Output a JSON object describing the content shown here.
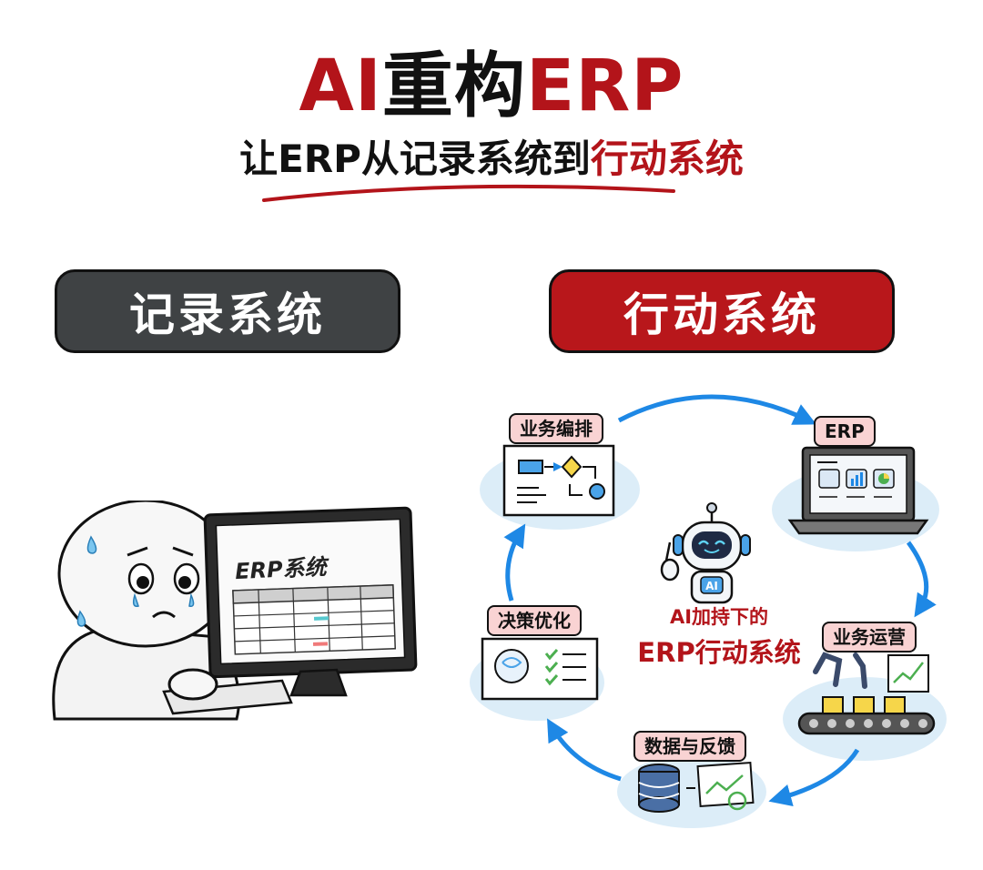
{
  "header": {
    "title_part1": "AI",
    "title_part2": "重构",
    "title_part3": "ERP",
    "subtitle_part1": "让ERP从记录系统到",
    "subtitle_part2": "行动系统"
  },
  "left_panel": {
    "label": "记录系统",
    "screen_title": "ERP系统"
  },
  "right_panel": {
    "label": "行动系统",
    "center_line1": "AI加持下的",
    "center_line2": "ERP行动系统",
    "robot_badge": "AI",
    "cycle": [
      {
        "label": "业务编排"
      },
      {
        "label": "ERP"
      },
      {
        "label": "业务运营"
      },
      {
        "label": "数据与反馈"
      },
      {
        "label": "决策优化"
      }
    ]
  },
  "colors": {
    "accent_red": "#b3141a",
    "dark_gray": "#3f4244",
    "arrow_blue": "#1e88e5",
    "label_pink": "#f9d3d3",
    "bubble_blue": "#dcedf8"
  }
}
